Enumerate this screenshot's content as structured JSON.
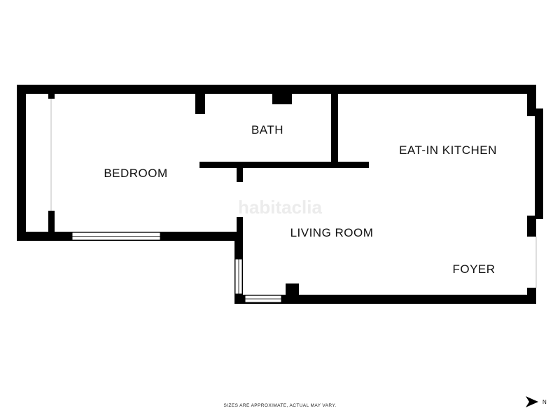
{
  "rooms": {
    "bedroom": "BEDROOM",
    "bath": "BATH",
    "kitchen": "EAT-IN KITCHEN",
    "living": "LIVING ROOM",
    "foyer": "FOYER"
  },
  "watermark": "habitaclia",
  "disclaimer": "SIZES ARE APPROXIMATE, ACTUAL MAY VARY.",
  "compass": {
    "label": "N",
    "icon": "north-arrow-icon"
  },
  "colors": {
    "wall": "#000000",
    "background": "#ffffff",
    "window": "#ffffff"
  }
}
